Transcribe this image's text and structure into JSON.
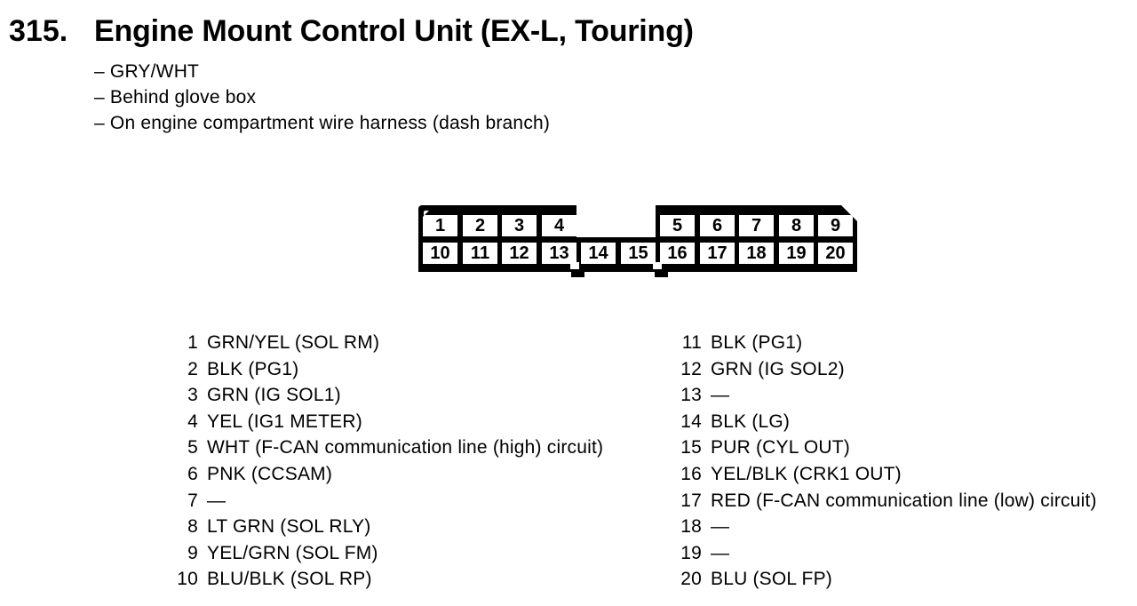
{
  "header": {
    "number": "315.",
    "title": "Engine Mount Control Unit (EX-L, Touring)",
    "notes": [
      "– GRY/WHT",
      "– Behind glove box",
      "– On engine compartment wire harness (dash branch)"
    ]
  },
  "connector": {
    "top_left_pins": [
      "1",
      "2",
      "3",
      "4"
    ],
    "top_right_pins": [
      "5",
      "6",
      "7",
      "8",
      "9"
    ],
    "bottom_pins": [
      "10",
      "11",
      "12",
      "13",
      "14",
      "15",
      "16",
      "17",
      "18",
      "19",
      "20"
    ]
  },
  "pinout": {
    "left": [
      {
        "pin": "1",
        "desc": "GRN/YEL (SOL RM)"
      },
      {
        "pin": "2",
        "desc": "BLK (PG1)"
      },
      {
        "pin": "3",
        "desc": "GRN (IG SOL1)"
      },
      {
        "pin": "4",
        "desc": "YEL (IG1 METER)"
      },
      {
        "pin": "5",
        "desc": "WHT (F-CAN communication line (high) circuit)"
      },
      {
        "pin": "6",
        "desc": "PNK (CCSAM)"
      },
      {
        "pin": "7",
        "desc": "—"
      },
      {
        "pin": "8",
        "desc": "LT GRN (SOL RLY)"
      },
      {
        "pin": "9",
        "desc": "YEL/GRN (SOL FM)"
      },
      {
        "pin": "10",
        "desc": "BLU/BLK (SOL RP)"
      }
    ],
    "right": [
      {
        "pin": "11",
        "desc": "BLK (PG1)"
      },
      {
        "pin": "12",
        "desc": "GRN (IG SOL2)"
      },
      {
        "pin": "13",
        "desc": "—"
      },
      {
        "pin": "14",
        "desc": "BLK (LG)"
      },
      {
        "pin": "15",
        "desc": "PUR (CYL OUT)"
      },
      {
        "pin": "16",
        "desc": "YEL/BLK (CRK1 OUT)"
      },
      {
        "pin": "17",
        "desc": "RED (F-CAN communication line (low) circuit)"
      },
      {
        "pin": "18",
        "desc": "—"
      },
      {
        "pin": "19",
        "desc": "—"
      },
      {
        "pin": "20",
        "desc": "BLU (SOL FP)"
      }
    ]
  },
  "colors": {
    "ink": "#000000",
    "paper": "#ffffff"
  }
}
